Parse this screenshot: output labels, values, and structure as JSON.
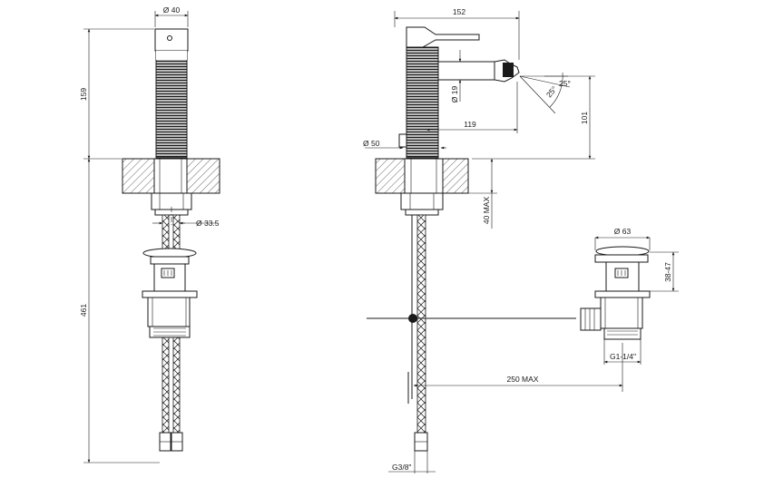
{
  "dimensions": {
    "front": {
      "body_diameter": "Ø 40",
      "spout_height": "159",
      "overall_height": "461",
      "hose_diameter": "Ø 33.5"
    },
    "side": {
      "reach": "152",
      "inlet_diameter": "Ø 19",
      "angle_upper": "25°",
      "angle_lower": "25°",
      "spout_length": "119",
      "base_diameter": "Ø 50",
      "outlet_height": "101",
      "deck_thickness": "40 MAX",
      "hose_thread": "G3/8\"",
      "rod_length": "250 MAX"
    },
    "waste": {
      "cap_diameter": "Ø 63",
      "adjust_range": "38-47",
      "outlet_thread": "G1-1/4\""
    }
  }
}
